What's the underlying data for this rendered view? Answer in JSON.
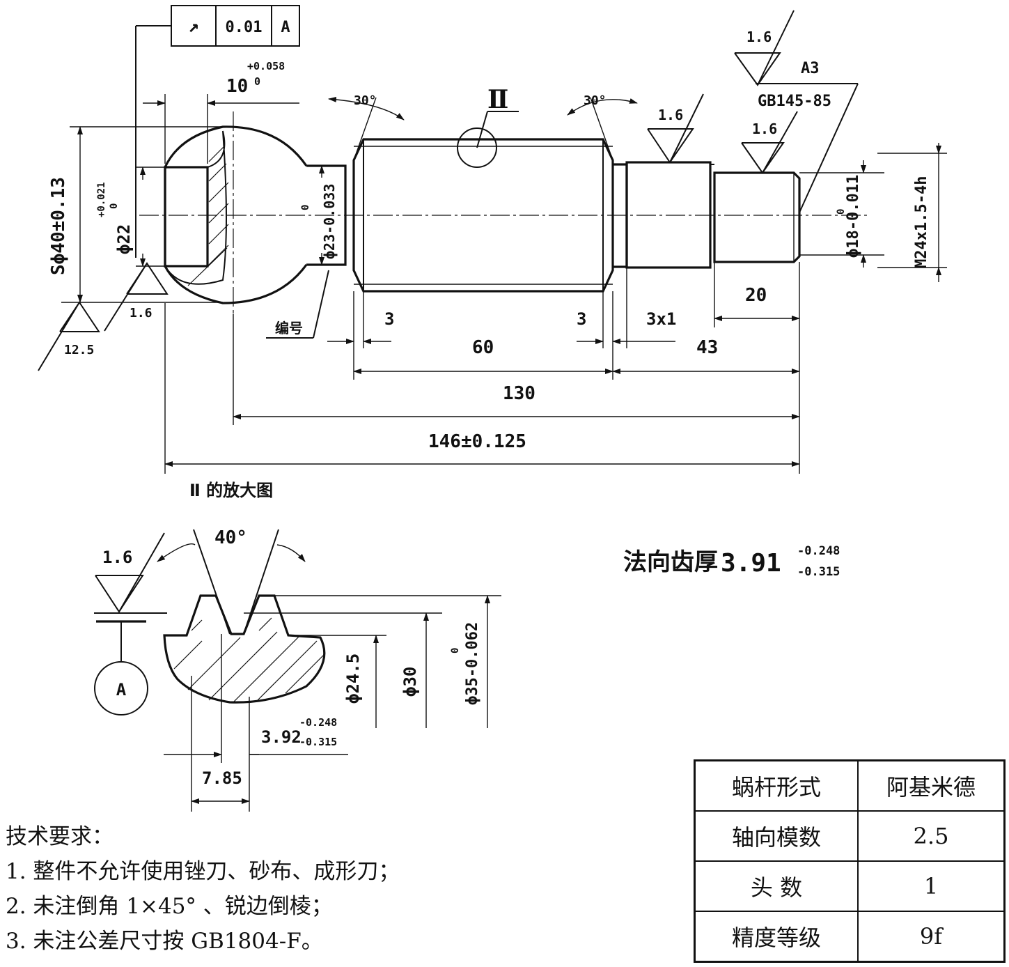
{
  "main_view": {
    "geo_tol": {
      "symbol": "↗",
      "value": "0.01",
      "datum": "A"
    },
    "dims": {
      "slot_w": "10",
      "slot_w_tol_up": "+0.058",
      "slot_w_tol_lo": "0",
      "sphere": "Sϕ40±0.13",
      "bore": "ϕ22",
      "bore_tol_up": "+0.021",
      "bore_tol_lo": "0",
      "neck": "ϕ23-0.033",
      "neck_tol_up": "0",
      "tip": "ϕ18-0.011",
      "tip_tol_up": "0",
      "thread": "M24x1.5-4h",
      "chamfer_l": "3",
      "chamfer_r": "3",
      "groove": "3x1",
      "worm_len": "60",
      "shaft_len": "43",
      "tip_len": "20",
      "len130": "130",
      "len146": "146±0.125",
      "angle_l": "30°",
      "angle_r": "30°",
      "detail_mark": "Ⅱ"
    },
    "roughness": [
      "1.6",
      "1.6",
      "1.6",
      "1.6",
      "12.5"
    ],
    "center_hole": "A3",
    "center_std": "GB145-85",
    "label_number": "编号"
  },
  "detail_view": {
    "title": "Ⅱ 的放大图",
    "angle": "40°",
    "roughness": "1.6",
    "datum": "A",
    "d_root": "ϕ24.5",
    "d_pitch": "ϕ30",
    "d_outer": "ϕ35-0.062",
    "d_outer_up": "0",
    "thick": "3.92",
    "thick_up": "-0.248",
    "thick_lo": "-0.315",
    "pitch": "7.85"
  },
  "normal_thickness": {
    "label": "法向齿厚",
    "value": "3.91",
    "up": "-0.248",
    "lo": "-0.315"
  },
  "requirements": {
    "title": "技术要求：",
    "items": [
      "1. 整件不允许使用锉刀、砂布、成形刀；",
      "2. 未注倒角 1×45° 、锐边倒棱；",
      "3. 未注公差尺寸按 GB1804-F。"
    ]
  },
  "params": [
    {
      "key": "蜗杆形式",
      "value": "阿基米德"
    },
    {
      "key": "轴向模数",
      "value": "2.5"
    },
    {
      "key": "头 数",
      "value": "1"
    },
    {
      "key": "精度等级",
      "value": "9f"
    }
  ]
}
